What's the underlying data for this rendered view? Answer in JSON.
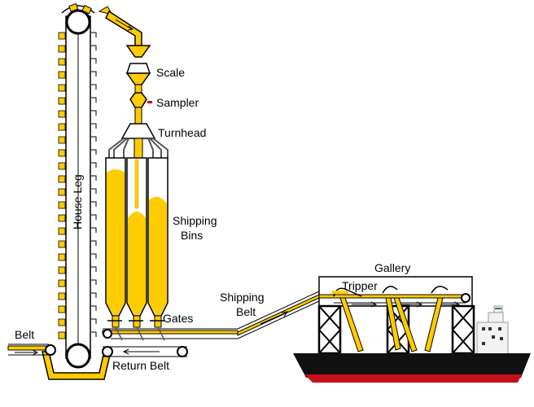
{
  "labels": {
    "scale": "Scale",
    "sampler": "Sampler",
    "turnhead": "Turnhead",
    "house_leg": "House Leg",
    "shipping_bins_line1": "Shipping",
    "shipping_bins_line2": "Bins",
    "gates": "Gates",
    "shipping_belt_line1": "Shipping",
    "shipping_belt_line2": "Belt",
    "gallery": "Gallery",
    "tripper": "Tripper",
    "belt": "Belt",
    "return_belt": "Return Belt"
  },
  "colors": {
    "grain": "#FFCC00",
    "outline": "#000000",
    "steel": "#555555",
    "hull_dark": "#111111",
    "hull_red": "#C8101A",
    "cabin": "#F2F2F2",
    "cabin_trim": "#2E7D5B",
    "sampler_mark": "#D0021B"
  },
  "bins": {
    "count": 3,
    "fill_levels": [
      0.95,
      0.55,
      0.88
    ]
  }
}
